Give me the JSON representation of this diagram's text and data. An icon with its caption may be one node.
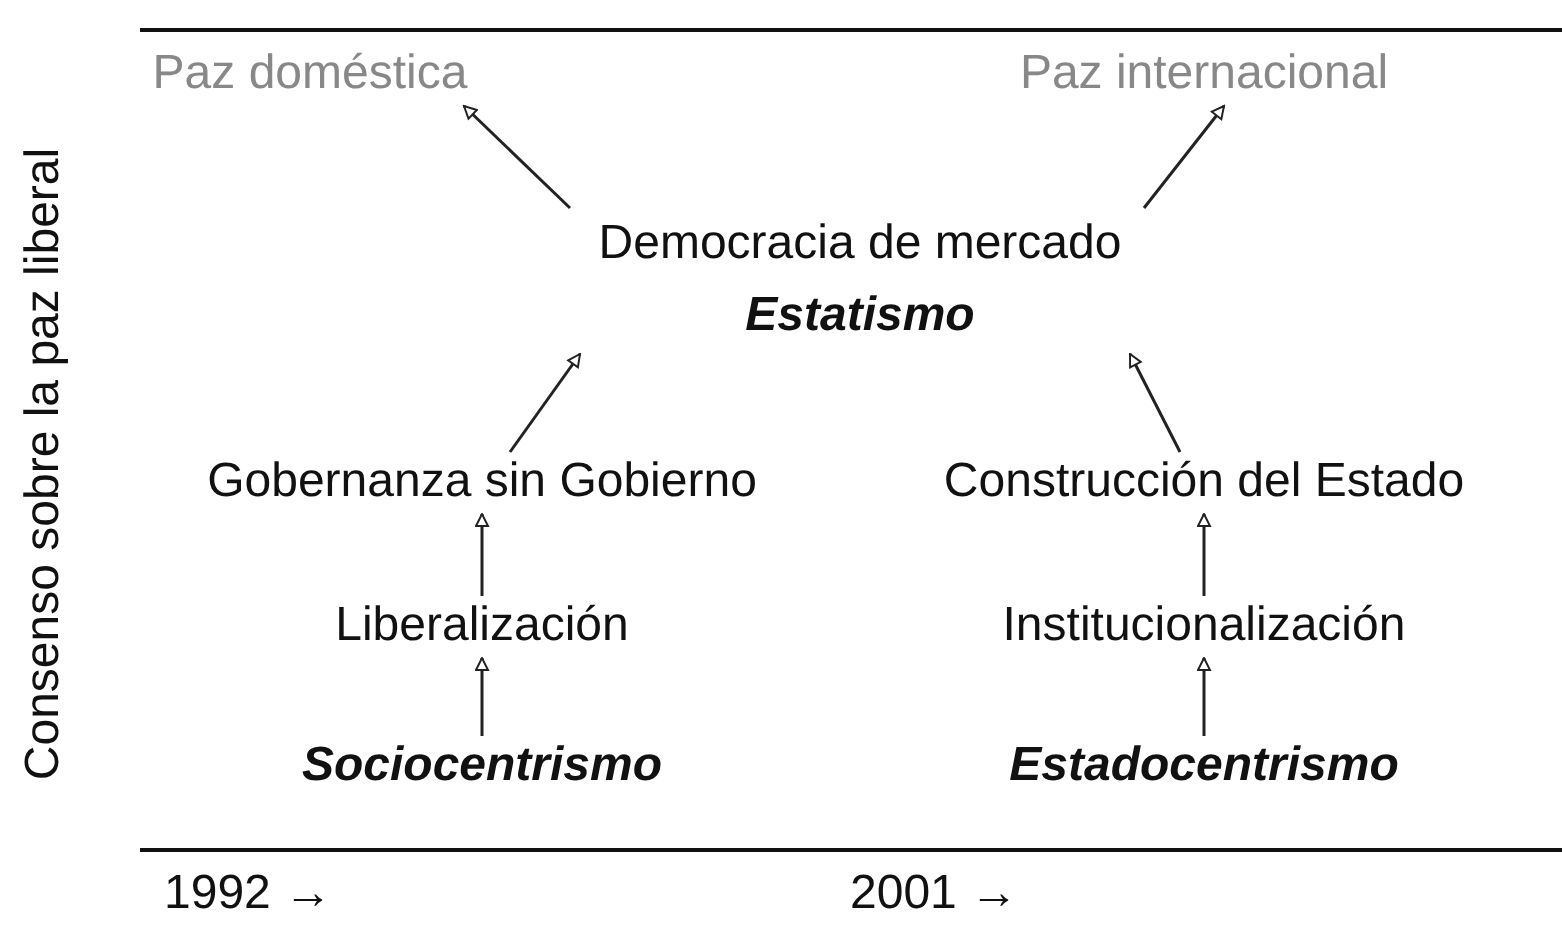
{
  "diagram": {
    "nodes": [
      {
        "text": [
          "Paz doméstica"
        ]
      },
      {
        "text": [
          "Paz internacional"
        ]
      },
      {
        "text": [
          "Democracia de mercado",
          "Estatismo"
        ]
      },
      {
        "text": [
          "Gobernanza sin Gobierno"
        ]
      },
      {
        "text": [
          "Construcción del Estado"
        ]
      },
      {
        "text": [
          "Liberalización"
        ]
      },
      {
        "text": [
          "Institucionalización"
        ]
      },
      {
        "text": [
          "Sociocentrismo"
        ]
      },
      {
        "text": [
          "Estadocentrismo"
        ]
      }
    ],
    "edges": [
      {
        "from": 7,
        "to": 5,
        "arrow": "to"
      },
      {
        "from": 5,
        "to": 3,
        "arrow": "to"
      },
      {
        "from": 3,
        "to": 2,
        "arrow": "to"
      },
      {
        "from": 8,
        "to": 6,
        "arrow": "to"
      },
      {
        "from": 6,
        "to": 4,
        "arrow": "to"
      },
      {
        "from": 4,
        "to": 2,
        "arrow": "to"
      },
      {
        "from": 2,
        "to": 0,
        "arrow": "to"
      },
      {
        "from": 2,
        "to": 1,
        "arrow": "to"
      }
    ],
    "labels": [
      "Consenso sobre la paz liberal",
      "1992 →",
      "2001 →"
    ]
  }
}
